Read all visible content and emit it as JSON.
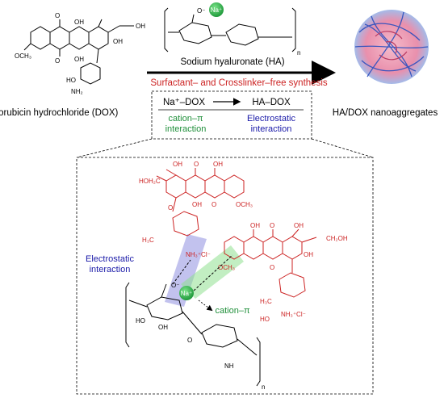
{
  "top": {
    "dox_label": "Doxorubicin hydrochloride (DOX)",
    "ha_label": "Sodium hyaluronate (HA)",
    "synthesis_label": "Surfactant– and Crosslinker–free synthesis",
    "product_label": "HA/DOX nanoaggregates"
  },
  "steps": {
    "step1_label": "Na⁺–DOX",
    "step2_label": "HA–DOX",
    "cation_pi_label": "cation–π",
    "cation_pi_label2": "interaction",
    "electrostatic_label": "Electrostatic",
    "electrostatic_label2": "interaction"
  },
  "detail": {
    "electrostatic_label": "Electrostatic",
    "electrostatic_label2": "interaction",
    "cation_pi_label": "cation–π",
    "na_label": "Na⁺"
  },
  "chem": {
    "dox_top": {
      "oh1": "OH",
      "o1": "O",
      "o2": "O",
      "oh2": "OH",
      "och3": "OCH₃",
      "oh3": "OH",
      "nh2": "NH₂",
      "ho": "HO",
      "ch2oh": "OH"
    },
    "ha_top": {
      "na": "Na⁺",
      "o_minus": "O⁻",
      "n": "n"
    },
    "dox1": {
      "ho2c": "HOH₂C",
      "oh_a": "OH",
      "oh_b": "OH",
      "oh_c": "OH",
      "o_a": "O",
      "o_b": "O",
      "och3": "OCH₃",
      "h3c": "H₃C",
      "nh3": "NH₃⁺Cl⁻",
      "o_c": "O"
    },
    "dox2": {
      "ch2oh": "CH₂OH",
      "oh_a": "OH",
      "oh_b": "OH",
      "oh_c": "OH",
      "och3": "OCH₃",
      "h3c": "H₃C",
      "nh3": "NH₃⁺Cl⁻",
      "o_a": "O",
      "o_b": "O",
      "ho": "HO"
    },
    "ha_bottom": {
      "o_minus": "O⁻",
      "ho": "HO",
      "oh": "OH",
      "o": "O",
      "nh": "NH",
      "n": "n"
    }
  },
  "colors": {
    "dox_red": "#cc2222",
    "synthesis_red": "#cc2222",
    "electrostatic_blue": "#1a1aa8",
    "cation_pi_green": "#1f8f3a",
    "na_green": "#2db04b",
    "blue_band": "#9090e0",
    "green_band": "#8fe08f"
  }
}
